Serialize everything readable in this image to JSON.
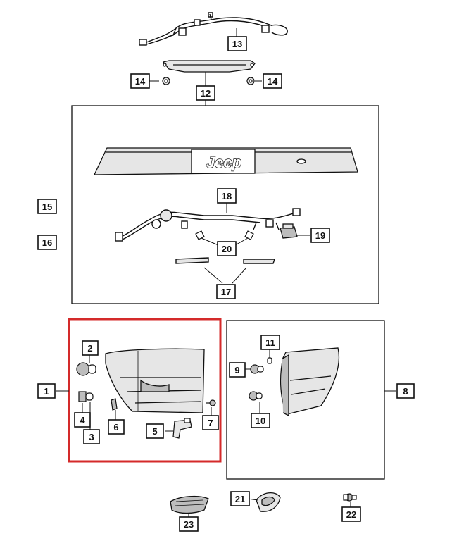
{
  "logo": {
    "text": "Jeep"
  },
  "colors": {
    "highlight": "#d42a2a",
    "line": "#111111",
    "part_fill": "#e6e6e6",
    "part_dark": "#bdbdbd"
  },
  "callouts": [
    {
      "id": "1",
      "label": "1"
    },
    {
      "id": "2",
      "label": "2"
    },
    {
      "id": "3",
      "label": "3"
    },
    {
      "id": "4",
      "label": "4"
    },
    {
      "id": "5",
      "label": "5"
    },
    {
      "id": "6",
      "label": "6"
    },
    {
      "id": "7",
      "label": "7"
    },
    {
      "id": "8",
      "label": "8"
    },
    {
      "id": "9",
      "label": "9"
    },
    {
      "id": "10",
      "label": "10"
    },
    {
      "id": "11",
      "label": "11"
    },
    {
      "id": "12",
      "label": "12"
    },
    {
      "id": "13",
      "label": "13"
    },
    {
      "id": "14a",
      "label": "14"
    },
    {
      "id": "14b",
      "label": "14"
    },
    {
      "id": "15",
      "label": "15"
    },
    {
      "id": "16",
      "label": "16"
    },
    {
      "id": "17",
      "label": "17"
    },
    {
      "id": "18",
      "label": "18"
    },
    {
      "id": "19",
      "label": "19"
    },
    {
      "id": "20",
      "label": "20"
    },
    {
      "id": "21",
      "label": "21"
    },
    {
      "id": "22",
      "label": "22"
    },
    {
      "id": "23",
      "label": "23"
    }
  ]
}
